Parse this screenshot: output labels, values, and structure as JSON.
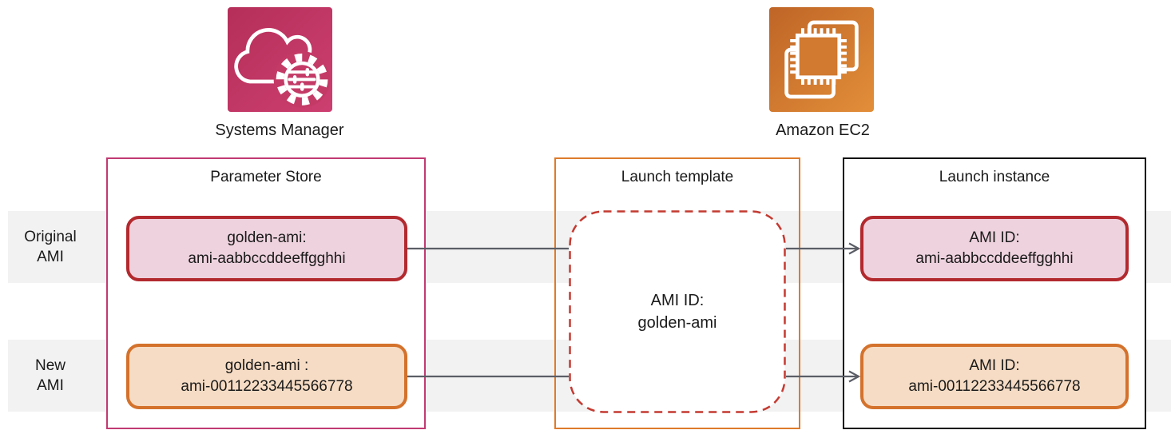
{
  "colors": {
    "band": "#f2f2f2",
    "arrow": "#5b5e66",
    "param_border": "#c13a72",
    "template_border": "#dd7b2c",
    "instance_border": "#111111",
    "red_box_border": "#b2292e",
    "red_box_fill": "#eed2de",
    "orange_box_border": "#d4722c",
    "orange_box_fill": "#f6dcc4",
    "dashed_border": "#c43a31",
    "ssm_grad_a": "#b52e59",
    "ssm_grad_b": "#cc3f70",
    "ssm_icon_mid": "#c43a67",
    "ec2_grad_a": "#bf6527",
    "ec2_grad_b": "#e28e39",
    "ec2_icon_mid": "#d17a30"
  },
  "services": {
    "systems_manager": {
      "label": "Systems Manager"
    },
    "ec2": {
      "label": "Amazon EC2"
    }
  },
  "rows": [
    {
      "line1": "Original",
      "line2": "AMI"
    },
    {
      "line1": "New",
      "line2": "AMI"
    }
  ],
  "parameter_store": {
    "title": "Parameter Store",
    "items": [
      {
        "line1": "golden-ami:",
        "line2": "ami-aabbccddeeffgghhi"
      },
      {
        "line1": "golden-ami :",
        "line2": "ami-00112233445566778"
      }
    ]
  },
  "launch_template": {
    "title": "Launch template",
    "ami_ref": {
      "line1": "AMI ID:",
      "line2": "golden-ami"
    }
  },
  "launch_instance": {
    "title": "Launch instance",
    "items": [
      {
        "line1": "AMI ID:",
        "line2": "ami-aabbccddeeffgghhi"
      },
      {
        "line1": "AMI ID:",
        "line2": "ami-00112233445566778"
      }
    ]
  }
}
